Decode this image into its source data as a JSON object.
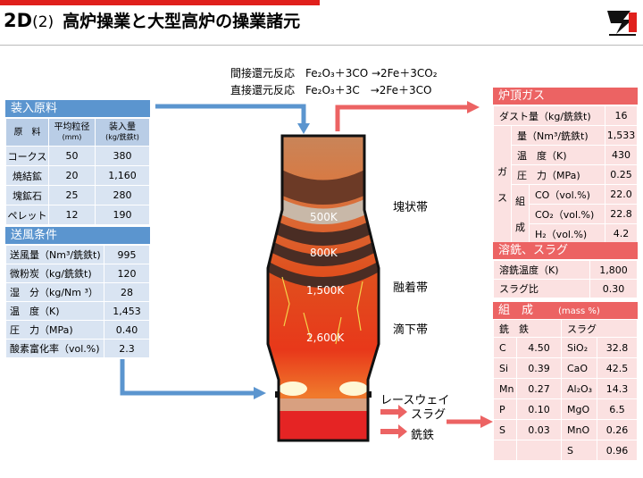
{
  "header": {
    "number": "2",
    "letter": "D",
    "sub": "(2)",
    "title": "高炉操業と大型高炉の操業諸元"
  },
  "reactions": {
    "indirect_label": "間接還元反応",
    "indirect_formula": "Fe₂O₃＋3CO →2Fe＋3CO₂",
    "direct_label": "直接還元反応",
    "direct_formula": "Fe₂O₃＋3C　→2Fe＋3CO"
  },
  "charge": {
    "title": "装入原料",
    "headers": [
      "原　料",
      "平均粒径",
      "(mm)",
      "装入量",
      "(kg/銑鉄t)"
    ],
    "rows": [
      {
        "name": "コークス",
        "size": "50",
        "amount": "380"
      },
      {
        "name": "焼結鉱",
        "size": "20",
        "amount": "1,160"
      },
      {
        "name": "塊鉱石",
        "size": "25",
        "amount": "280"
      },
      {
        "name": "ペレット",
        "size": "12",
        "amount": "190"
      }
    ]
  },
  "blast": {
    "title": "送風条件",
    "rows": [
      {
        "label": "送風量（Nm³/銑鉄t)",
        "value": "995"
      },
      {
        "label": "微粉炭（kg/銑鉄t)",
        "value": "120"
      },
      {
        "label": "湿　分（kg/Nm ³）",
        "value": "28"
      },
      {
        "label": "温　度（K)",
        "value": "1,453"
      },
      {
        "label": "圧　力（MPa)",
        "value": "0.40"
      },
      {
        "label": "酸素富化率（vol.%)",
        "value": "2.3"
      }
    ]
  },
  "top_gas": {
    "title": "炉頂ガス",
    "dust_label": "ダスト量（kg/銑鉄t)",
    "dust_value": "16",
    "gas_label_1": "ガ",
    "gas_label_2": "ス",
    "comp_label_1": "組",
    "comp_label_2": "成",
    "rows": [
      {
        "label": "量（Nm³/銑鉄t)",
        "value": "1,533"
      },
      {
        "label": "温　度（K)",
        "value": "430"
      },
      {
        "label": "圧　力（MPa)",
        "value": "0.25"
      }
    ],
    "comp_rows": [
      {
        "label": "CO（vol.%)",
        "value": "22.0"
      },
      {
        "label": "CO₂（vol.%)",
        "value": "22.8"
      },
      {
        "label": "H₂（vol.%)",
        "value": "4.2"
      }
    ]
  },
  "slag_iron": {
    "title": "溶銑、スラグ",
    "rows": [
      {
        "label": "溶銑温度（K)",
        "value": "1,800"
      },
      {
        "label": "スラグ比",
        "value": "0.30"
      }
    ]
  },
  "composition": {
    "title": "組　成",
    "unit": "(mass %)",
    "iron_header": "銑　鉄",
    "slag_header": "スラグ",
    "rows": [
      {
        "el": "C",
        "iv": "4.50",
        "sl": "SiO₂",
        "sv": "32.8"
      },
      {
        "el": "Si",
        "iv": "0.39",
        "sl": "CaO",
        "sv": "42.5"
      },
      {
        "el": "Mn",
        "iv": "0.27",
        "sl": "Al₂O₃",
        "sv": "14.3"
      },
      {
        "el": "P",
        "iv": "0.10",
        "sl": "MgO",
        "sv": "6.5"
      },
      {
        "el": "S",
        "iv": "0.03",
        "sl": "MnO",
        "sv": "0.26"
      },
      {
        "el": "",
        "iv": "",
        "sl": "S",
        "sv": "0.96"
      }
    ]
  },
  "furnace": {
    "temps": [
      "500K",
      "800K",
      "1,500K",
      "2,600K"
    ],
    "zones": [
      "塊状帯",
      "融着帯",
      "滴下帯",
      "レースウェイ"
    ],
    "outputs": [
      "スラグ",
      "銑鉄"
    ]
  },
  "colors": {
    "blue": "#5b95cf",
    "red": "#ec6363",
    "accent": "#e0201c"
  }
}
